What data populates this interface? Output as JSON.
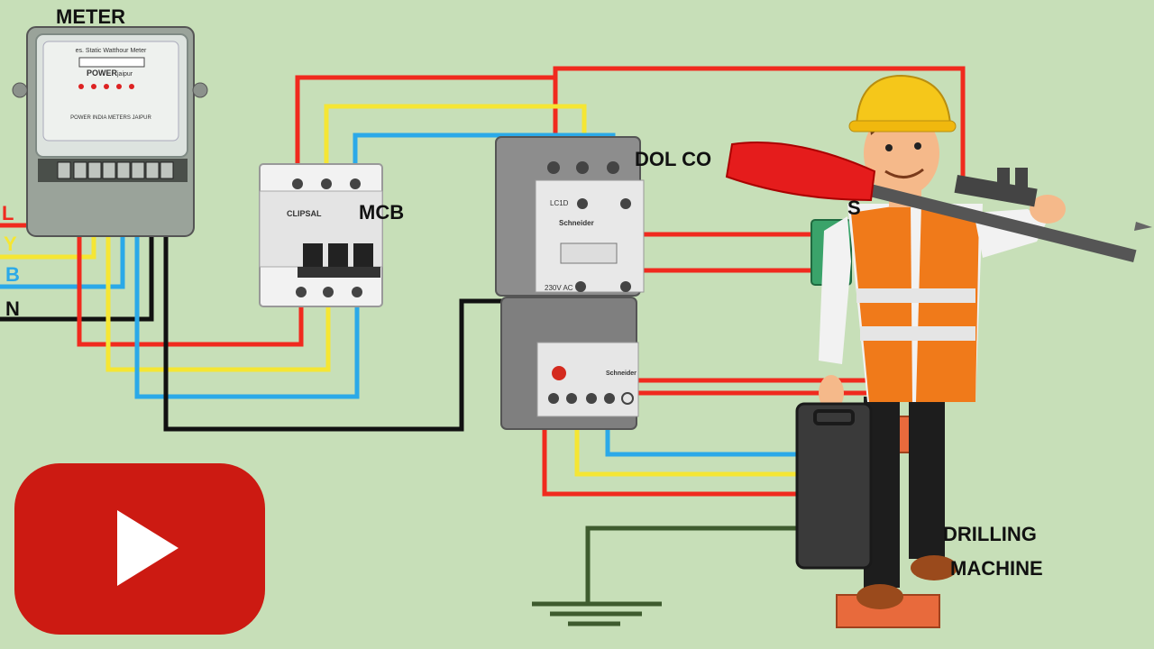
{
  "labels": {
    "meter": "METER",
    "mcb": "MCB",
    "dol": "DOL CO",
    "s": "S",
    "drilling_1": "DRILLING",
    "drilling_2": "MACHINE"
  },
  "phase_labels": {
    "l": "L",
    "y": "Y",
    "b": "B",
    "n": "N"
  },
  "meter_text": {
    "top": "es. Static Watthour Meter",
    "brand": "POWER",
    "brand2": "jaipur",
    "footer": "POWER INDIA METERS JAIPUR"
  },
  "mcb_text": {
    "brand": "CLIPSAL"
  },
  "contactor_text": {
    "model": "LC1D",
    "brand": "Schneider",
    "voltage": "230V AC"
  },
  "relay_text": {
    "brand": "Schneider"
  },
  "colors": {
    "background": "#c7dfb8",
    "red": "#f02a1e",
    "yellow": "#f5e633",
    "blue": "#2ba9e8",
    "black": "#111111",
    "earth": "#3e5b2e",
    "youtube_red": "#cc1a12"
  },
  "icons": {
    "play": "youtube-play-icon",
    "earth": "earth-ground-icon"
  }
}
